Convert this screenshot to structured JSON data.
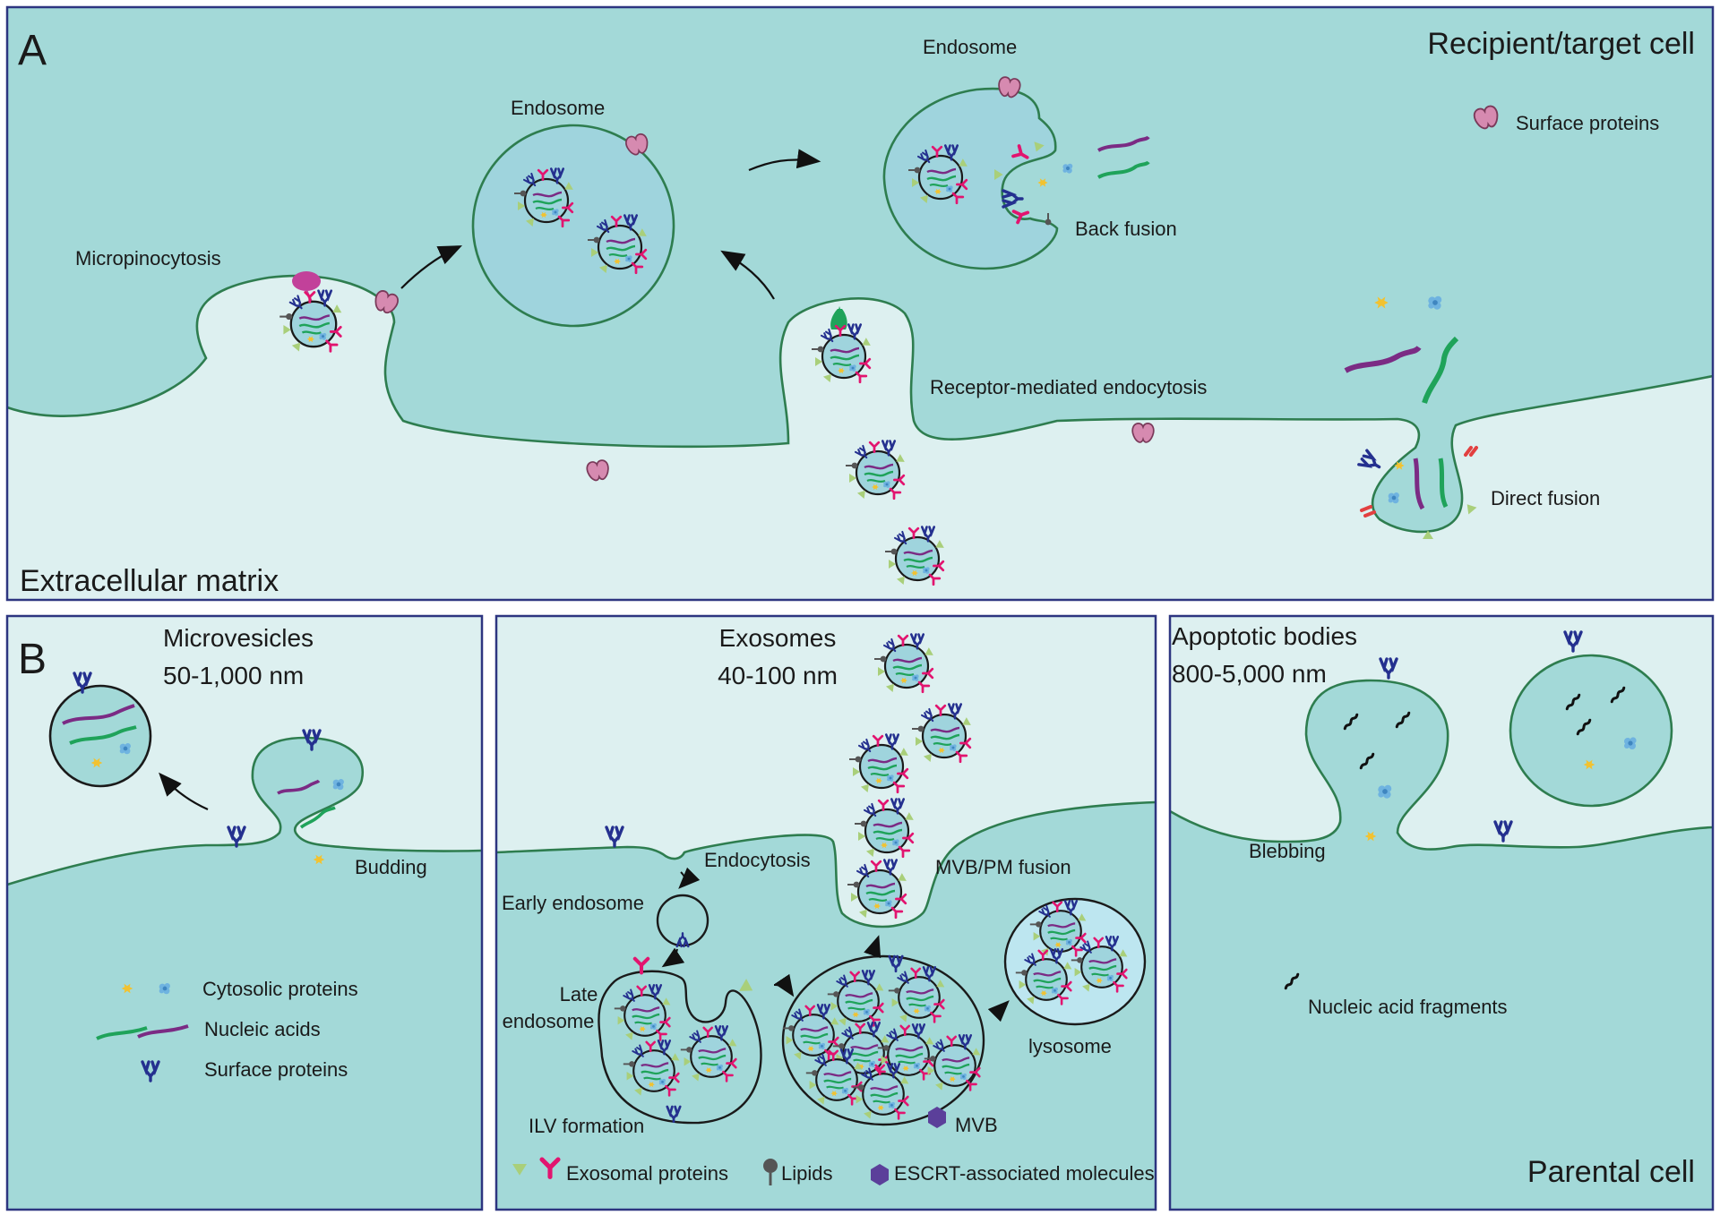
{
  "colors": {
    "cell_fill": "#a3d9d8",
    "extracellular_fill": "#ddf0f0",
    "membrane": "#2e7d4f",
    "vesicle_fill": "#9fd4dd",
    "frame": "#2d3580",
    "surface_protein": "#d68ab0",
    "exosomal_protein_pink": "#e2146f",
    "exosomal_protein_green": "#a9cf7a",
    "receptor_blue": "#24308f",
    "nucleic_purple": "#7b2b84",
    "nucleic_green": "#1fa35a",
    "cytosolic_yellow": "#f2c230",
    "cytosolic_blue": "#6fb3e0",
    "lipid_grey": "#555555",
    "escrt_purple": "#5b3f9a",
    "apoptotic_dna": "#111111"
  },
  "panel_a": {
    "letter": "A",
    "top_label": "Recipient/target cell",
    "bottom_label": "Extracellular matrix",
    "labels": {
      "micropinocytosis": "Micropinocytosis",
      "endosome_left": "Endosome",
      "endosome_right": "Endosome",
      "back_fusion": "Back fusion",
      "receptor_mediated": "Receptor-mediated endocytosis",
      "direct_fusion": "Direct fusion",
      "surface_proteins_legend": "Surface proteins"
    }
  },
  "panel_b": {
    "letter": "B",
    "bottom_label": "Parental cell",
    "microvesicles": {
      "title": "Microvesicles",
      "size": "50-1,000 nm",
      "budding": "Budding",
      "legend": {
        "cytosolic": "Cytosolic proteins",
        "nucleic": "Nucleic acids",
        "surface": "Surface proteins"
      }
    },
    "exosomes": {
      "title": "Exosomes",
      "size": "40-100 nm",
      "endocytosis": "Endocytosis",
      "early_endosome": "Early endosome",
      "late_endosome_1": "Late",
      "late_endosome_2": "endosome",
      "ilv_formation": "ILV formation",
      "mvb_pm_fusion": "MVB/PM fusion",
      "lysosome": "lysosome",
      "mvb": "MVB",
      "legend": {
        "exosomal_proteins": "Exosomal proteins",
        "lipids": "Lipids",
        "escrt": "ESCRT-associated molecules"
      }
    },
    "apoptotic": {
      "title": "Apoptotic bodies",
      "size": "800-5,000 nm",
      "blebbing": "Blebbing",
      "nucleic_fragments": "Nucleic acid fragments"
    }
  }
}
